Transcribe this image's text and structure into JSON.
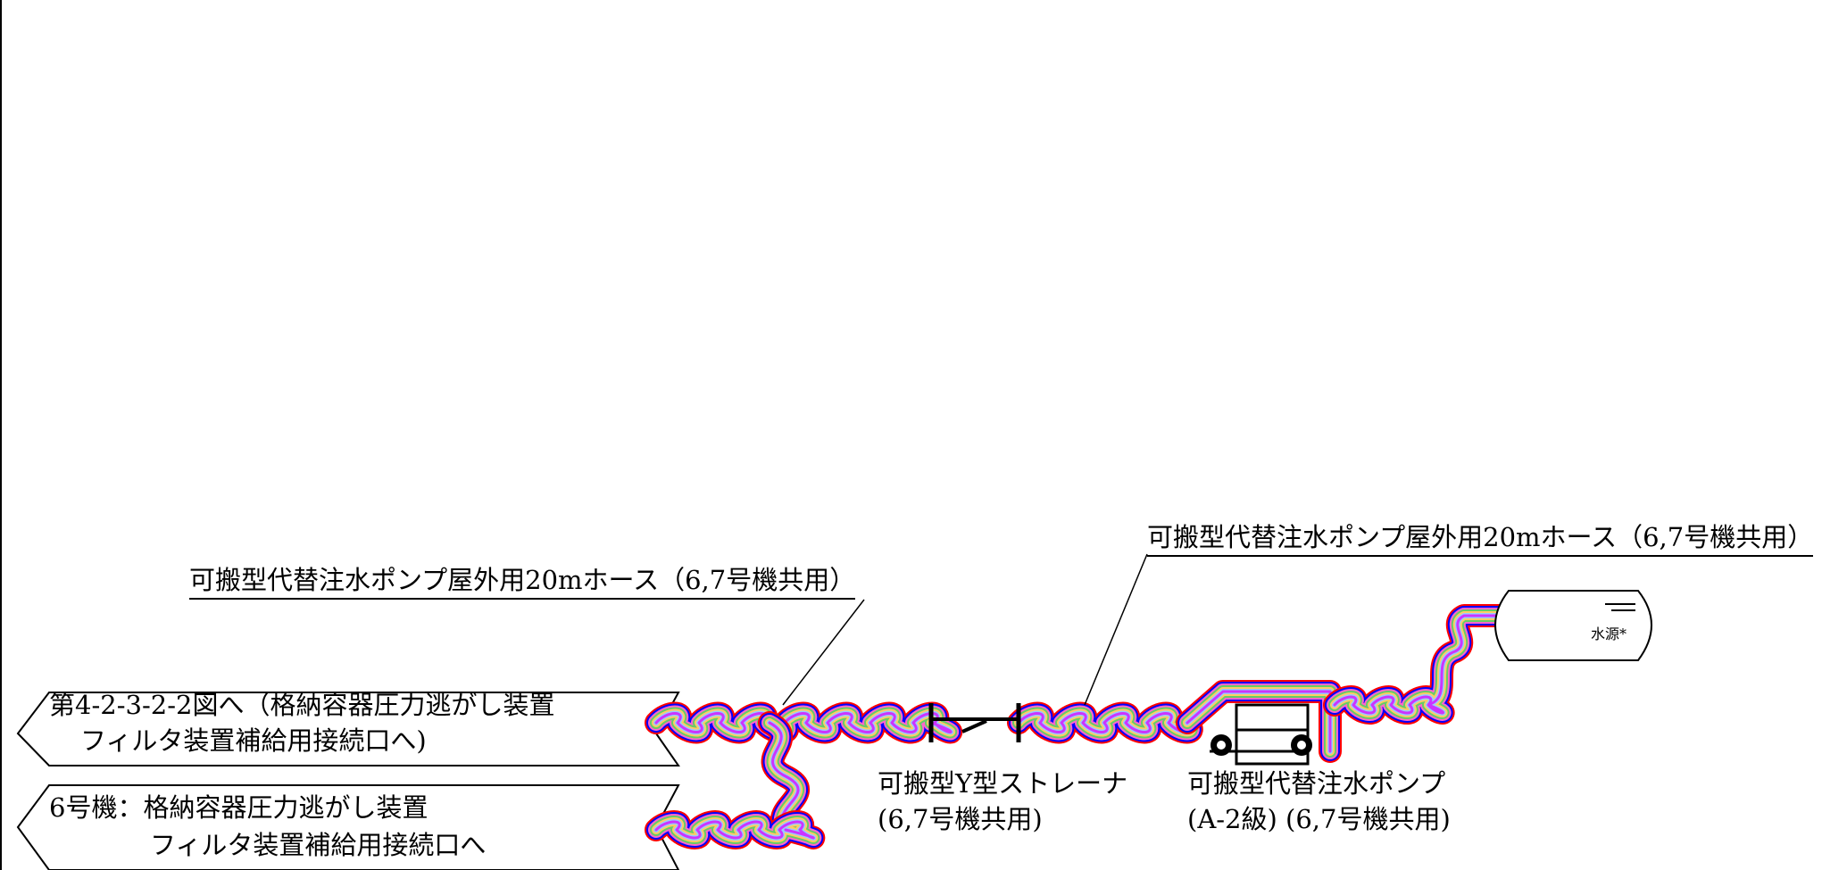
{
  "labels": {
    "hose_left": "可搬型代替注水ポンプ屋外用20mホース（6,7号機共用）",
    "hose_right": "可搬型代替注水ポンプ屋外用20mホース（6,7号機共用）",
    "strainer_line1": "可搬型Y型ストレーナ",
    "strainer_line2": "(6,7号機共用)",
    "pump_line1": "可搬型代替注水ポンプ",
    "pump_line2": "(A-2級) (6,7号機共用)",
    "water_source": "水源*"
  },
  "arrows": {
    "upper_line1": "第4-2-3-2-2図へ（格納容器圧力逃がし装置",
    "upper_line2": "フィルタ装置補給用接続口へ)",
    "lower_line1": "6号機：格納容器圧力逃がし装置",
    "lower_line2": "フィルタ装置補給用接続口へ"
  },
  "colors": {
    "hose_bands": [
      "#ff0000",
      "#0000ff",
      "#ff66cc",
      "#66cc66",
      "#ffcc66",
      "#99ccff",
      "#cc33ff"
    ],
    "line": "#000000"
  }
}
